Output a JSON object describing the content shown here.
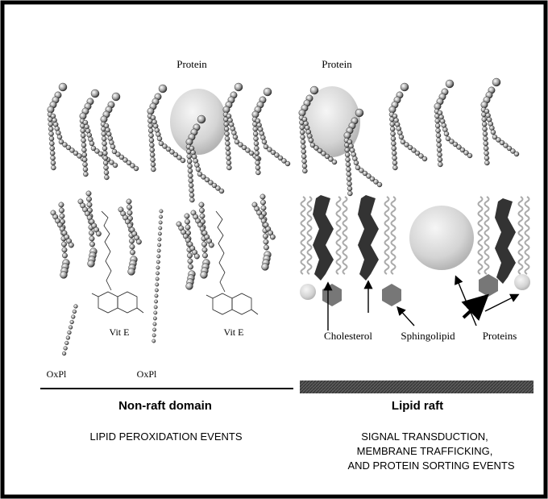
{
  "labels": {
    "protein_left": "Protein",
    "protein_right": "Protein",
    "vit_e_1": "Vit E",
    "vit_e_2": "Vit E",
    "oxpl_1": "OxPl",
    "oxpl_2": "OxPl",
    "cholesterol": "Cholesterol",
    "sphingolipid": "Sphingolipid",
    "proteins": "Proteins"
  },
  "domains": {
    "non_raft": {
      "title": "Non-raft domain",
      "events": [
        "LIPID PEROXIDATION EVENTS"
      ]
    },
    "raft": {
      "title": "Lipid raft",
      "events": [
        "SIGNAL TRANSDUCTION,",
        "MEMBRANE TRAFFICKING,",
        "AND PROTEIN SORTING EVENTS"
      ]
    }
  },
  "colors": {
    "frame": "#000000",
    "raft_bar": "#4a4a4a",
    "protein_sphere": "#d9d9d9",
    "cholesterol": "#333333",
    "sphingolipid_head": "#777777"
  }
}
